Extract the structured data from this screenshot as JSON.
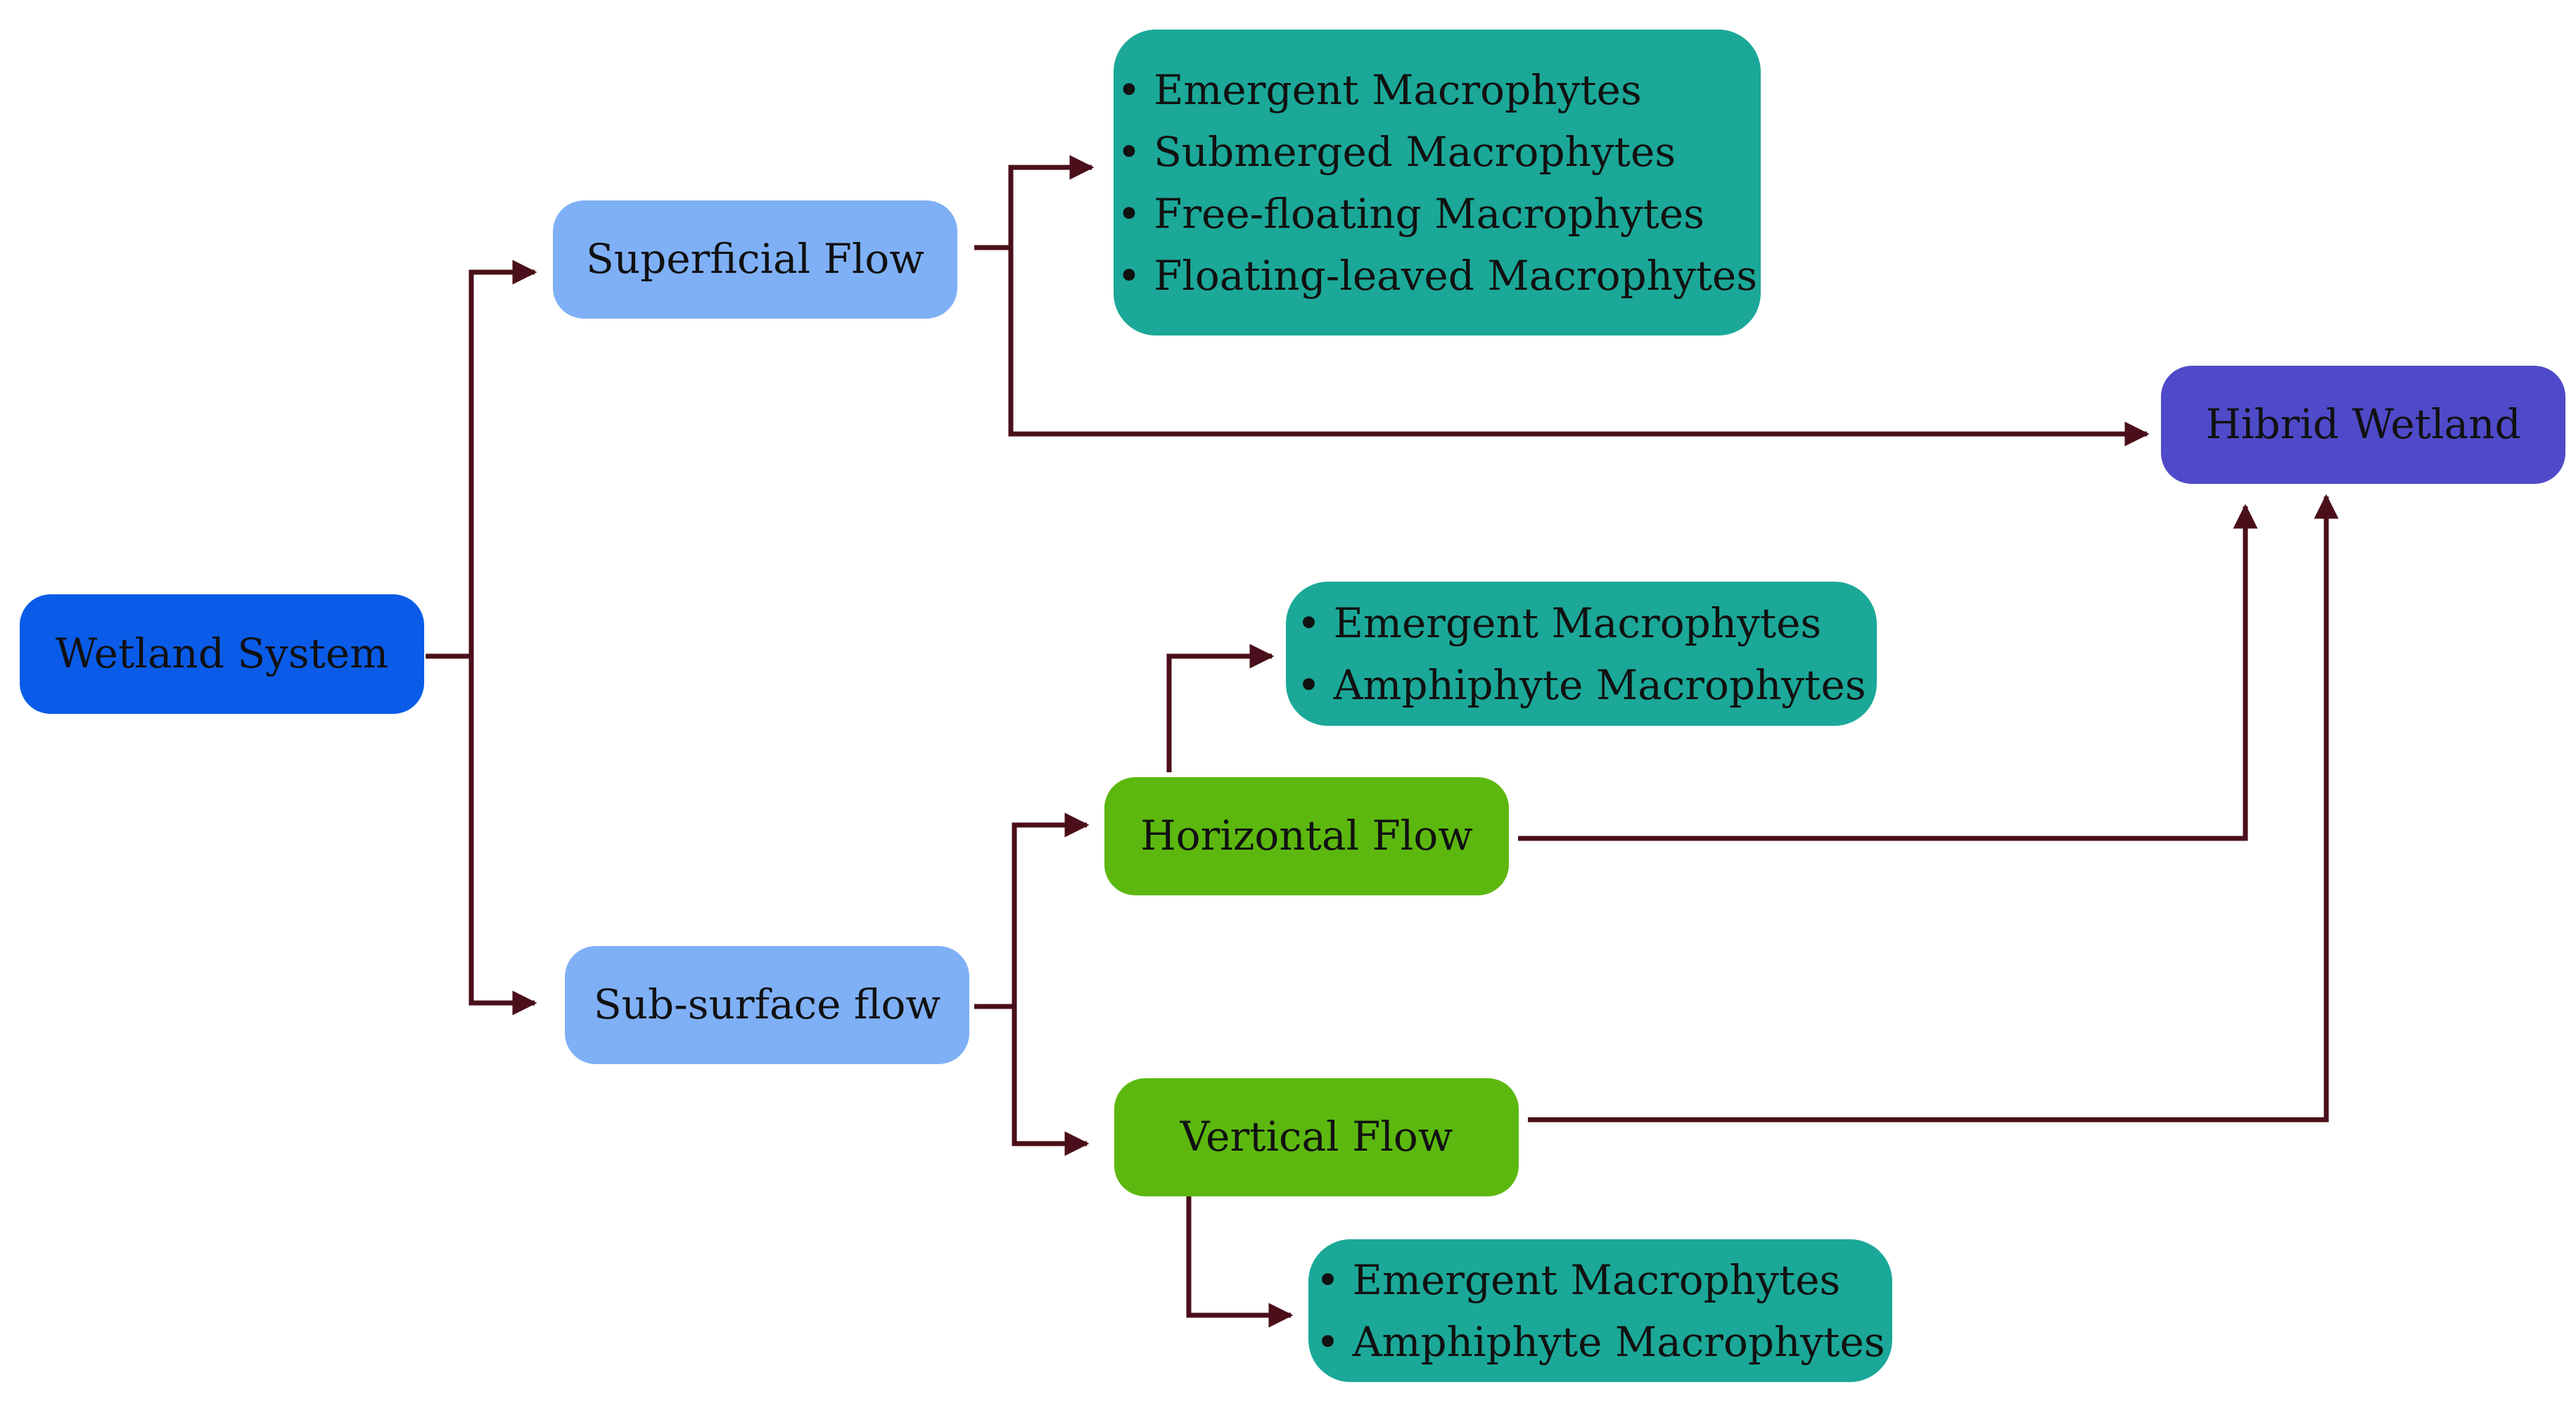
{
  "colors": {
    "wetland_system": "#0a5ce8",
    "flow_type": "#7fb0f6",
    "sub_flow": "#5cb80f",
    "species_list": "#1ba898",
    "hybrid": "#4f4ac9",
    "connector": "#4a0f1a"
  },
  "nodes": {
    "wetland_system": "Wetland System",
    "superficial_flow": "Superficial Flow",
    "subsurface_flow": "Sub-surface flow",
    "horizontal_flow": "Horizontal Flow",
    "vertical_flow": "Vertical Flow",
    "hybrid_wetland": "Hibrid Wetland"
  },
  "lists": {
    "superficial_species": [
      "Emergent Macrophytes",
      "Submerged Macrophytes",
      "Free-floating Macrophytes",
      "Floating-leaved Macrophytes"
    ],
    "horizontal_species": [
      "Emergent Macrophytes",
      "Amphiphyte Macrophytes"
    ],
    "vertical_species": [
      "Emergent Macrophytes",
      "Amphiphyte Macrophytes"
    ]
  },
  "bullet_char": "•"
}
